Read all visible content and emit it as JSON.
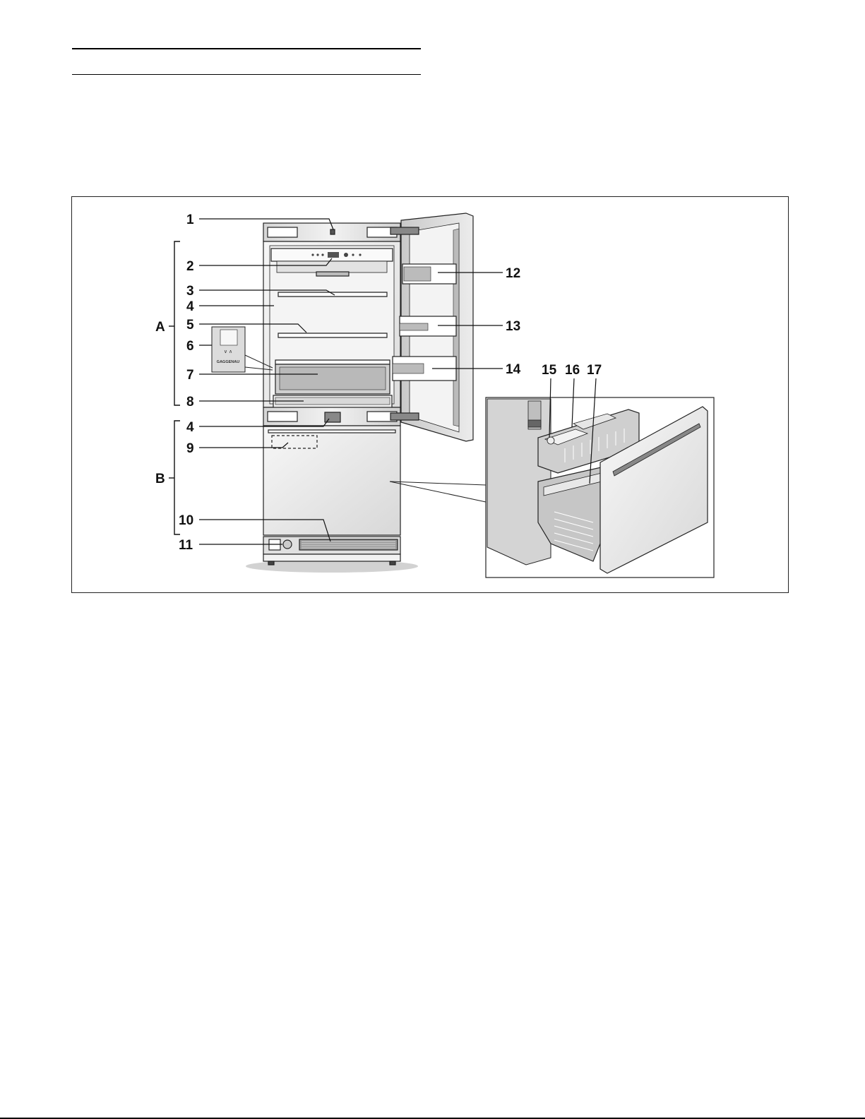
{
  "callouts": {
    "c1": "1",
    "c2": "2",
    "c3": "3",
    "c4a": "4",
    "c5": "5",
    "c6": "6",
    "c7": "7",
    "c8": "8",
    "c4b": "4",
    "c9": "9",
    "c10": "10",
    "c11": "11",
    "c12": "12",
    "c13": "13",
    "c14": "14",
    "c15": "15",
    "c16": "16",
    "c17": "17"
  },
  "sections": {
    "a": "A",
    "b": "B"
  },
  "panel_brand": "GAGGENAU",
  "panel_arrows": "∨ ∧",
  "colors": {
    "line": "#111111",
    "appliance_fill": "#e9e9e9",
    "shadow": "#cfcfcf"
  }
}
